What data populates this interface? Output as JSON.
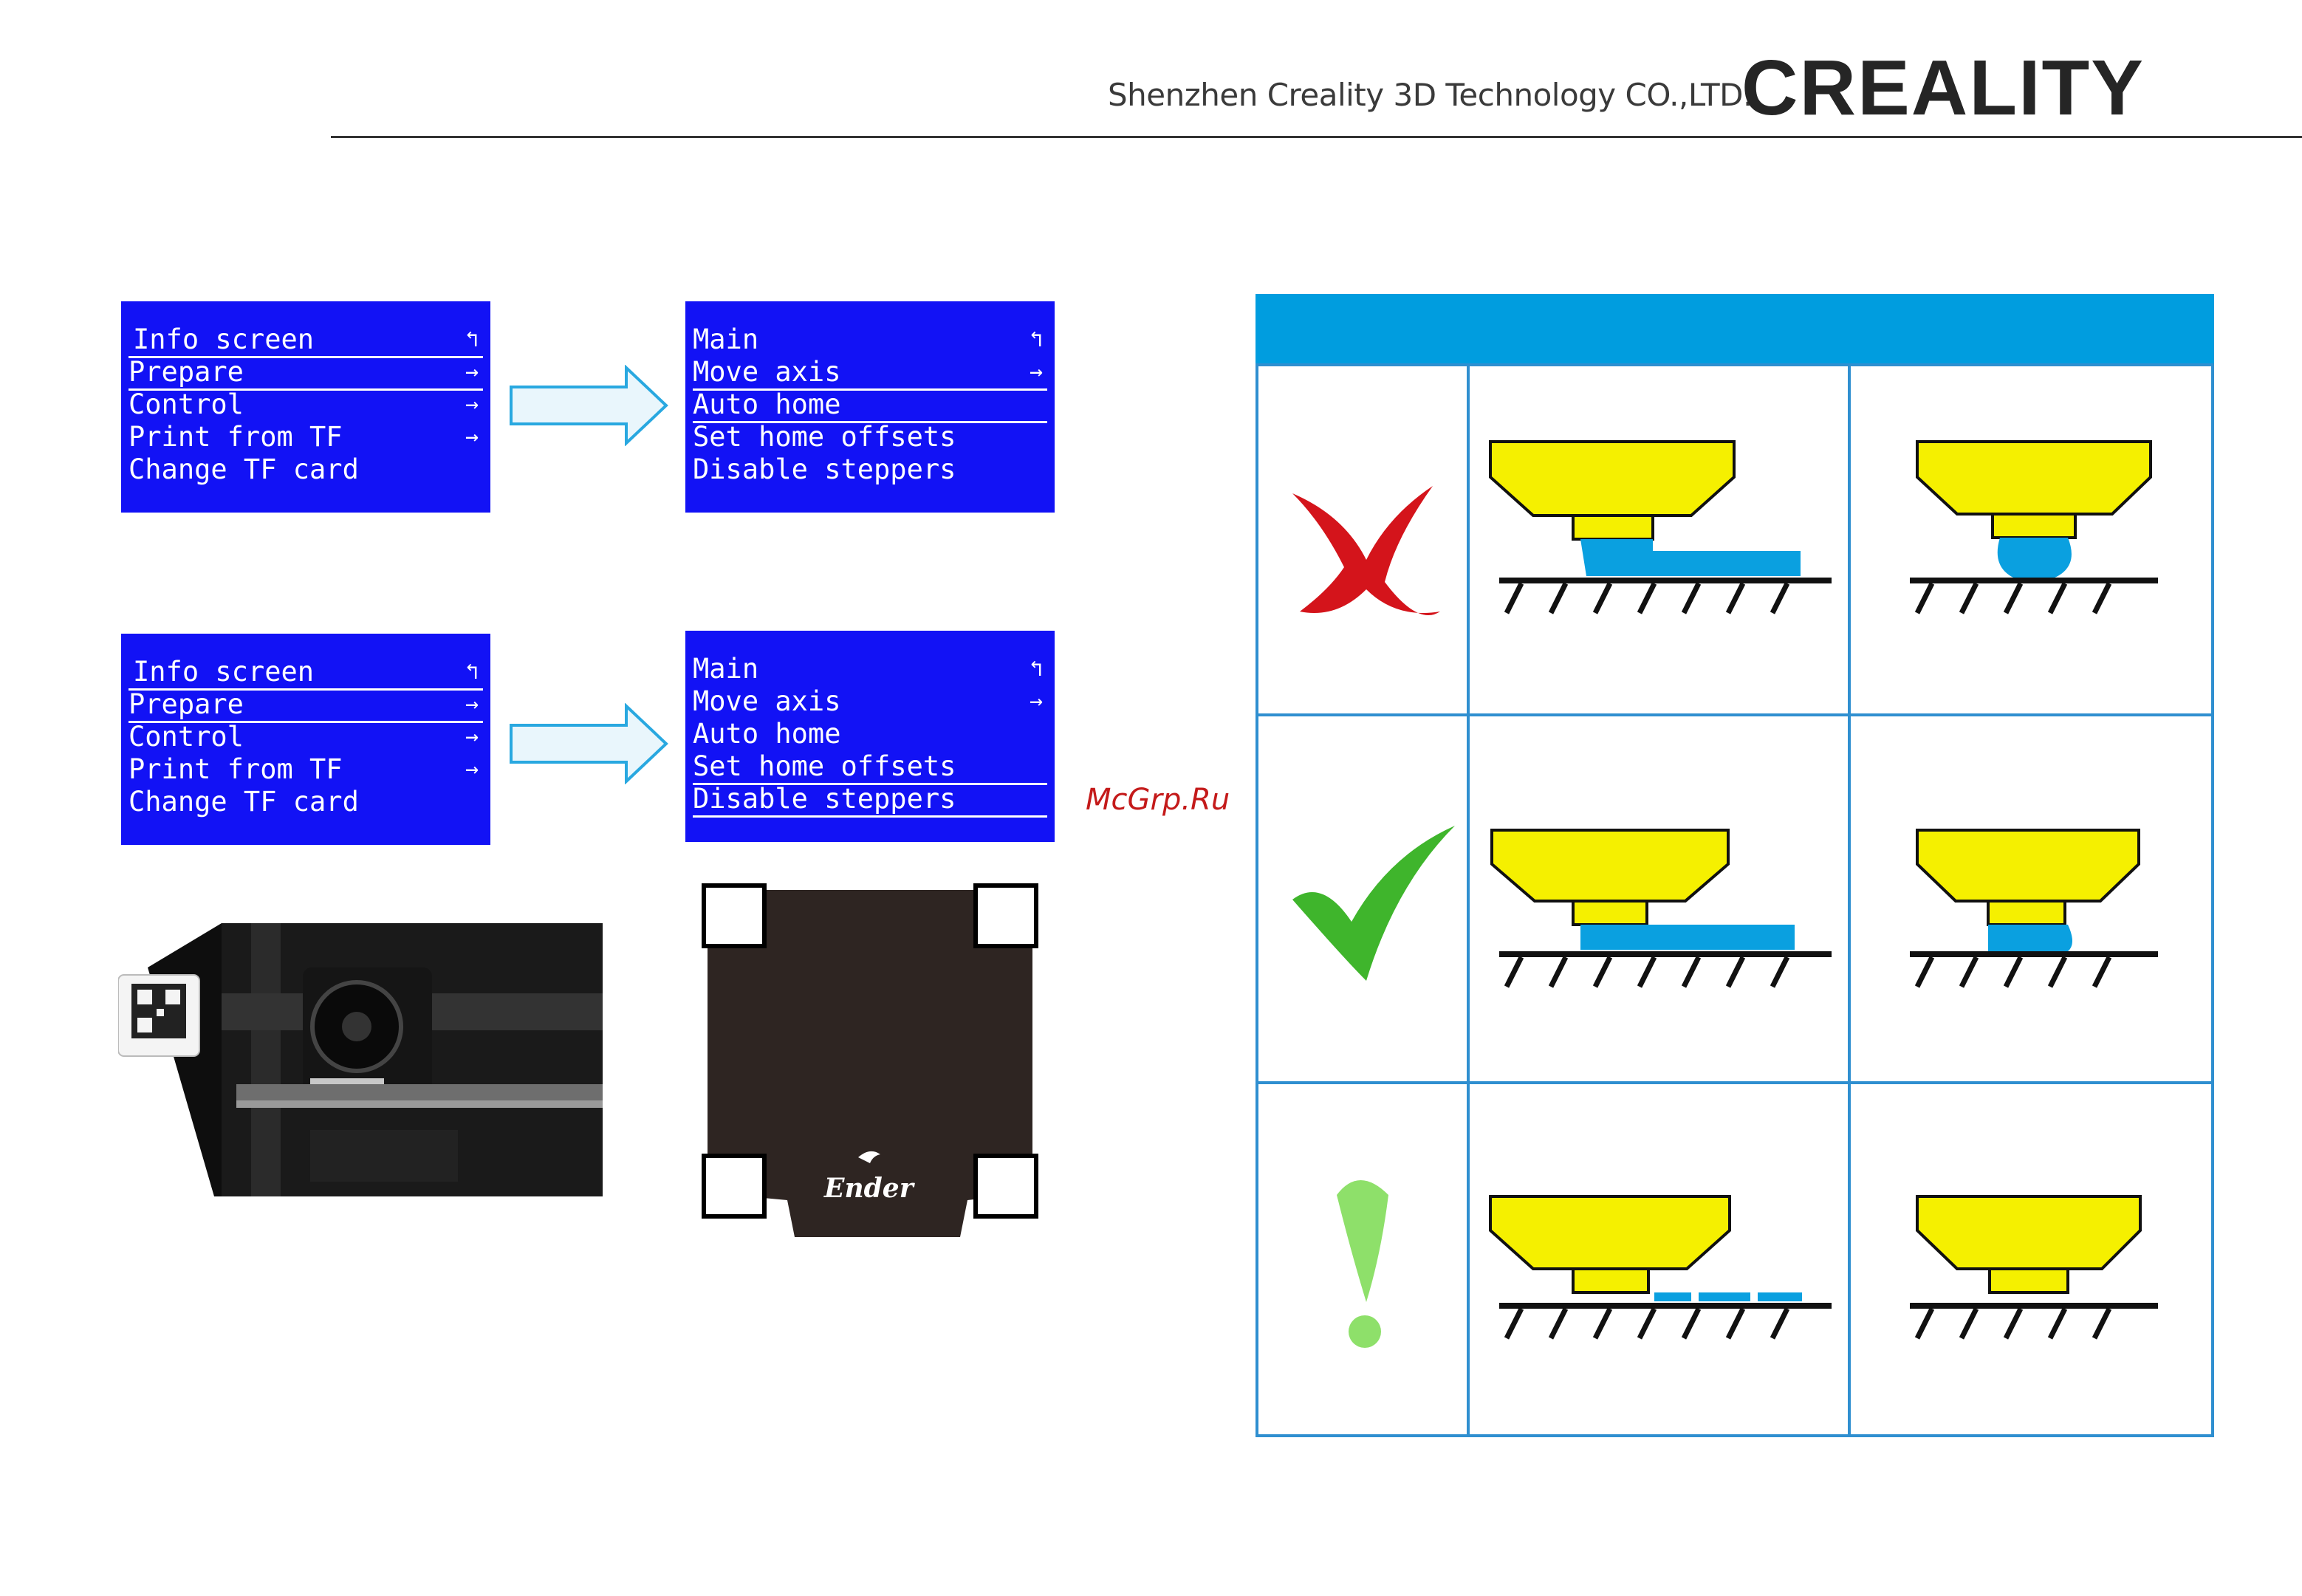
{
  "header": {
    "company": "Shenzhen Creality 3D Technology CO.,LTD.",
    "logo": "CREALITY"
  },
  "screens": [
    {
      "rows": [
        {
          "label": "Info screen",
          "arrow": "↰"
        },
        {
          "label": "Prepare",
          "arrow": "→"
        },
        {
          "label": "Control",
          "arrow": "→"
        },
        {
          "label": "Print from TF",
          "arrow": "→"
        },
        {
          "label": "Change TF card",
          "arrow": ""
        }
      ]
    },
    {
      "rows": [
        {
          "label": "Main",
          "arrow": "↰"
        },
        {
          "label": "Move axis",
          "arrow": "→"
        },
        {
          "label": "Auto home",
          "arrow": ""
        },
        {
          "label": "Set home offsets",
          "arrow": ""
        },
        {
          "label": "Disable steppers",
          "arrow": ""
        }
      ]
    },
    {
      "rows": [
        {
          "label": "Info screen",
          "arrow": "↰"
        },
        {
          "label": "Prepare",
          "arrow": "→"
        },
        {
          "label": "Control",
          "arrow": "→"
        },
        {
          "label": "Print from TF",
          "arrow": "→"
        },
        {
          "label": "Change TF card",
          "arrow": ""
        }
      ]
    },
    {
      "rows": [
        {
          "label": "Main",
          "arrow": "↰"
        },
        {
          "label": "Move axis",
          "arrow": "→"
        },
        {
          "label": "Auto home",
          "arrow": ""
        },
        {
          "label": "Set home offsets",
          "arrow": ""
        },
        {
          "label": "Disable steppers",
          "arrow": ""
        }
      ]
    }
  ],
  "bed_diagram": {
    "brand": "Ender"
  },
  "watermark": "McGrp.Ru",
  "table": {
    "rows": [
      {
        "status_icon": "cross-icon"
      },
      {
        "status_icon": "check-icon"
      },
      {
        "status_icon": "exclamation-icon"
      }
    ]
  },
  "colors": {
    "lcd_background": "#1212f5",
    "table_header": "#009ddf",
    "nozzle_yellow": "#f5f000",
    "filament_blue": "#0aa0e0"
  }
}
